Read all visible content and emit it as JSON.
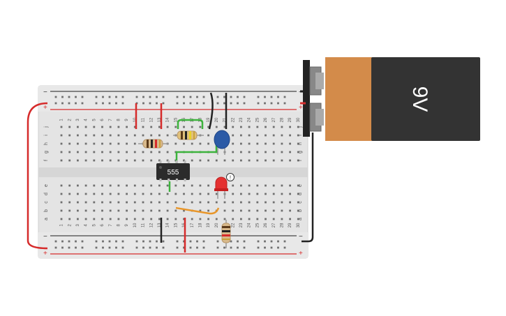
{
  "canvas": {
    "background": "#ffffff"
  },
  "breadboard": {
    "columns": 30,
    "rows_top": [
      "j",
      "i",
      "h",
      "g",
      "f"
    ],
    "rows_bottom": [
      "e",
      "d",
      "c",
      "b",
      "a"
    ],
    "column_labels": [
      "1",
      "2",
      "3",
      "4",
      "5",
      "6",
      "7",
      "8",
      "9",
      "10",
      "11",
      "12",
      "13",
      "14",
      "15",
      "16",
      "17",
      "18",
      "19",
      "20",
      "21",
      "22",
      "23",
      "24",
      "25",
      "26",
      "27",
      "28",
      "29",
      "30"
    ],
    "rail_minus": "−",
    "rail_plus": "+",
    "colors": {
      "board": "#e4e4e4",
      "rail_red": "#d62b2b",
      "rail_black": "#444444",
      "hole": "#6f6f6f"
    }
  },
  "battery": {
    "label": "9V",
    "colors": {
      "top": "#d38b4a",
      "body": "#333333",
      "terminal": "#222222"
    }
  },
  "ic": {
    "label": "555"
  },
  "led": {
    "color": "red",
    "indicator": "!"
  },
  "wires": {
    "colors": {
      "red": "#d62b2b",
      "black": "#222222",
      "green": "#3db33d",
      "orange": "#e8962a"
    }
  },
  "components": {
    "resistors": [
      "resistor-r1",
      "resistor-r2",
      "resistor-r3"
    ],
    "capacitor": "ceramic-capacitor",
    "icons": [
      "led-warning-icon"
    ]
  }
}
